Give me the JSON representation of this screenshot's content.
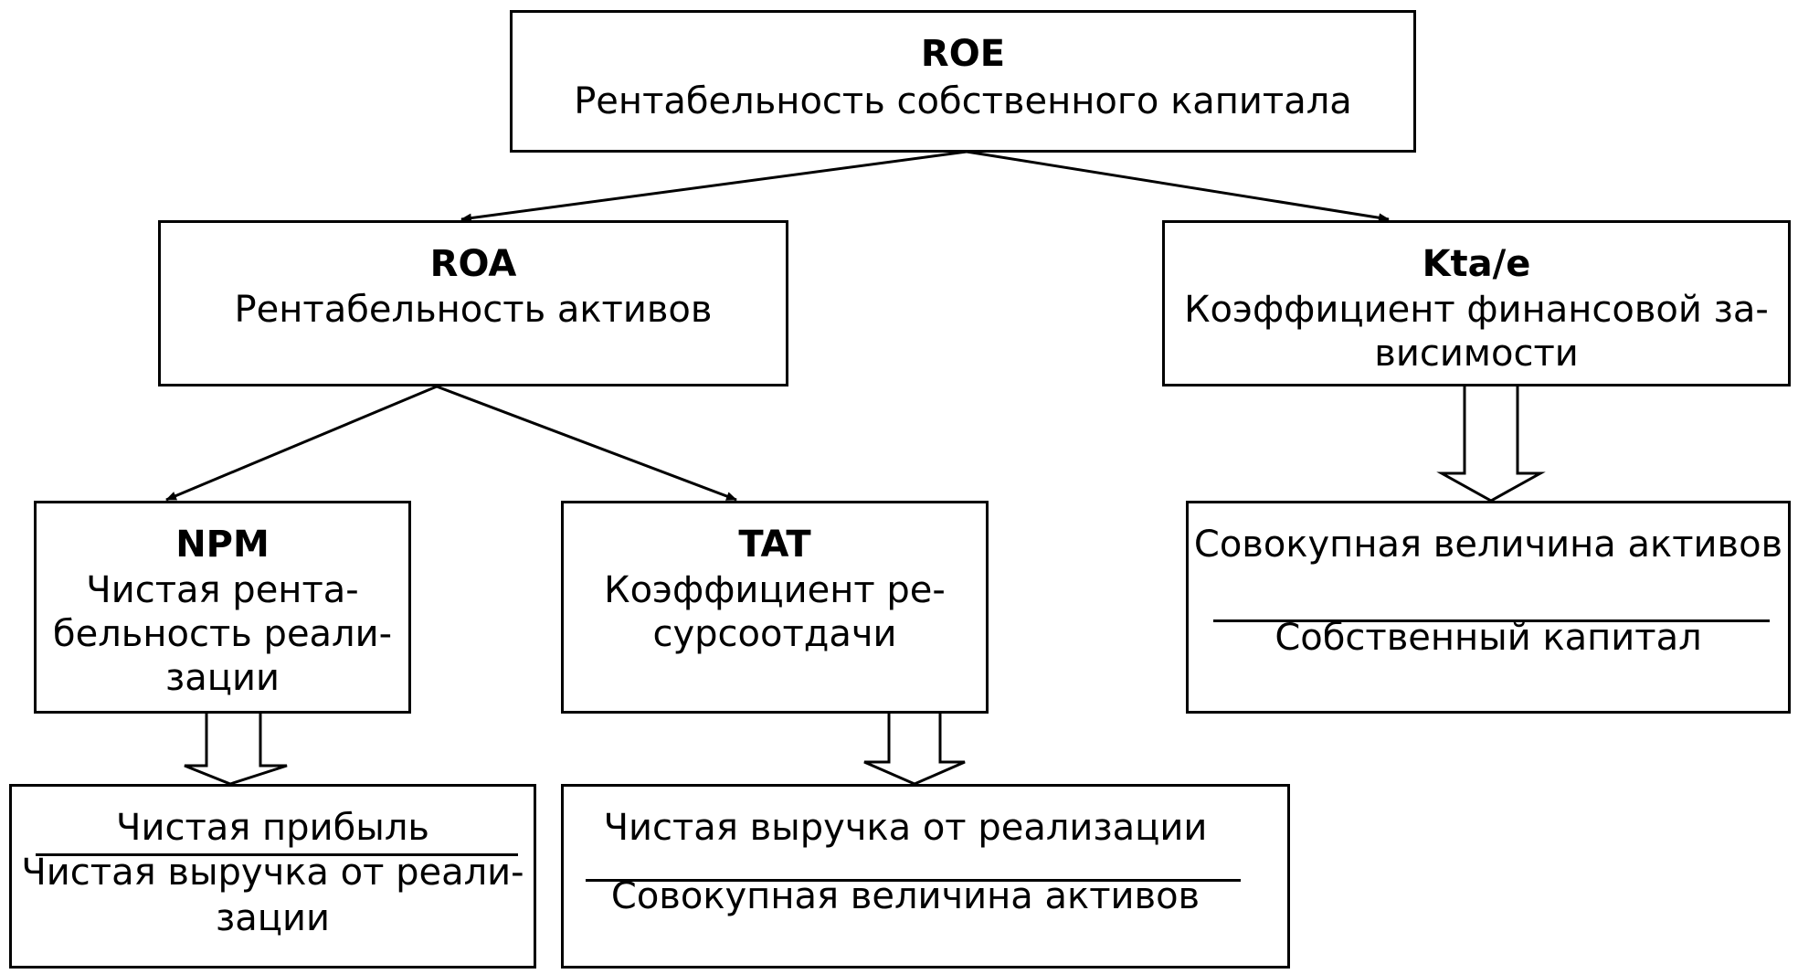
{
  "roe": {
    "code": "ROE",
    "name": "Рентабельность собственного капитала"
  },
  "roa": {
    "code": "ROA",
    "name": "Рентабельность активов"
  },
  "kta": {
    "code": "Kta/e",
    "name_line1": "Коэффициент финансовой за-",
    "name_line2": "висимости"
  },
  "npm": {
    "code": "NPM",
    "name_line1": "Чистая рента-",
    "name_line2": "бельность реали-",
    "name_line3": "зации"
  },
  "tat": {
    "code": "TAT",
    "name_line1": "Коэффициент ре-",
    "name_line2": "сурсоотдачи"
  },
  "kta_formula": {
    "numerator": "Совокупная величина активов",
    "denominator": "Собственный капитал"
  },
  "npm_formula": {
    "numerator": "Чистая прибыль",
    "denominator_line1": "Чистая выручка от реали-",
    "denominator_line2": "зации"
  },
  "tat_formula": {
    "numerator": "Чистая выручка от реализации",
    "denominator": "Совокупная величина активов"
  }
}
